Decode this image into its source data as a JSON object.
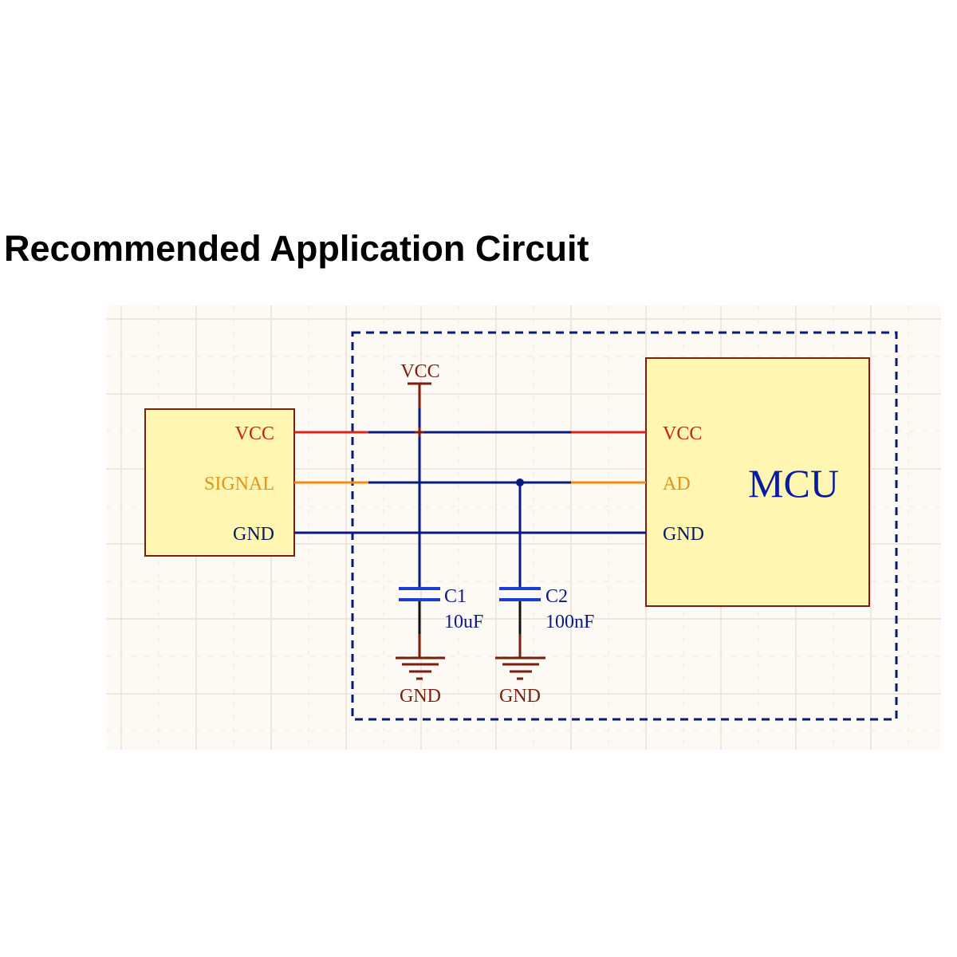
{
  "heading": "Recommended Application Circuit",
  "colors": {
    "grid_bg": "#fdfaf6",
    "grid_line": "#efe7dd",
    "box_fill": "#fff6b2",
    "box_border": "#7a1f10",
    "vcc_wire": "#e0201a",
    "signal_wire": "#f08c10",
    "net_wire": "#0a1a80",
    "power_symbol": "#7a1f10",
    "cap_plate": "#1a3fd0",
    "frame": "#0a1a70",
    "mcu_text": "#0a1aa0"
  },
  "sensor": {
    "pins": [
      {
        "name": "VCC",
        "color": "#cc2010"
      },
      {
        "name": "SIGNAL",
        "color": "#e89018"
      },
      {
        "name": "GND",
        "color": "#0a1a60"
      }
    ]
  },
  "mcu": {
    "label": "MCU",
    "pins": [
      {
        "name": "VCC",
        "color": "#cc2010"
      },
      {
        "name": "AD",
        "color": "#e89018"
      },
      {
        "name": "GND",
        "color": "#0a1a60"
      }
    ]
  },
  "power_symbol": {
    "label": "VCC"
  },
  "capacitors": [
    {
      "ref": "C1",
      "value": "10uF",
      "ground_label": "GND"
    },
    {
      "ref": "C2",
      "value": "100nF",
      "ground_label": "GND"
    }
  ]
}
